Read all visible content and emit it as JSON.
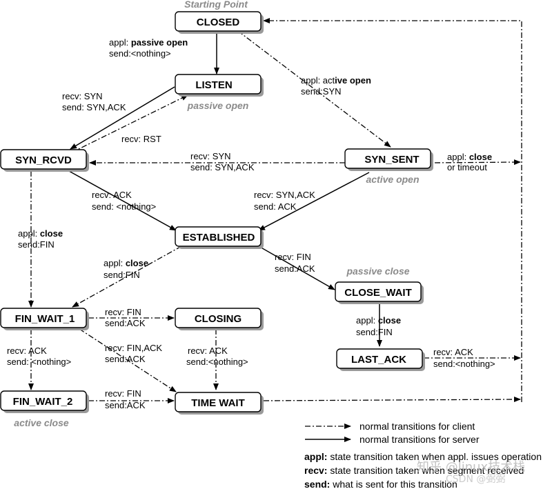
{
  "states": {
    "closed": "CLOSED",
    "listen": "LISTEN",
    "syn_rcvd": "SYN_RCVD",
    "syn_sent": "SYN_SENT",
    "established": "ESTABLISHED",
    "fin_wait_1": "FIN_WAIT_1",
    "closing": "CLOSING",
    "close_wait": "CLOSE_WAIT",
    "last_ack": "LAST_ACK",
    "fin_wait_2": "FIN_WAIT_2",
    "time_wait": "TIME WAIT"
  },
  "captions": {
    "starting_point": "Starting Point",
    "passive_open": "passive open",
    "active_open": "active open",
    "passive_close": "passive close",
    "active_close": "active close"
  },
  "labels": {
    "passive_open_appl_prefix": "appl: ",
    "passive_open_appl_bold": "passive open",
    "passive_open_send": "send:<nothing>",
    "active_open_appl_prefix": "appl: act",
    "active_open_appl_bold": "ive open",
    "active_open_send": "send:SYN",
    "listen_recv": "recv: SYN",
    "listen_send": "send: SYN,ACK",
    "rst": "recv: RST",
    "sim_recv": "recv: SYN",
    "sim_send": "send: SYN,ACK",
    "synsent_close_prefix": "appl: ",
    "synsent_close_bold": "close",
    "synsent_close_timeout": "or timeout",
    "rcvd_ack_recv": "recv: ACK",
    "rcvd_ack_send": "send: <nothing>",
    "sent_synack_recv": "recv: SYN,ACK",
    "sent_synack_send": "send: ACK",
    "rcvd_close_prefix": "appl: ",
    "rcvd_close_bold": "close",
    "rcvd_close_send": "send:FIN",
    "est_close_prefix": "appl: ",
    "est_close_bold": "close",
    "est_close_send": "send:FIN",
    "est_fin_recv": "recv: FIN",
    "est_fin_send": "send:ACK",
    "fw1_fin_recv": "recv: FIN",
    "fw1_fin_send": "send:ACK",
    "fw1_ack_recv": "recv: ACK",
    "fw1_ack_send": "send: <nothing>",
    "fw1_finack_recv": "recv: FIN,ACK",
    "fw1_finack_send": "send:ACK",
    "closing_ack_recv": "recv: ACK",
    "closing_ack_send": "send:<nothing>",
    "cw_close_prefix": "appl: ",
    "cw_close_bold": "close",
    "cw_close_send": "send:FIN",
    "la_ack_recv": "recv: ACK",
    "la_ack_send": "send:<nothing>",
    "fw2_fin_recv": "recv: FIN",
    "fw2_fin_send": "send:ACK"
  },
  "legend": {
    "client": "normal transitions for client",
    "server": "normal transitions for server",
    "appl_key": "appl:",
    "appl_text": " state transition taken when appl. issues operation",
    "recv_key": "recv:",
    "recv_text": " state transition taken when segment received",
    "send_key": "send:",
    "send_text": " what is sent for this transition"
  },
  "watermarks": {
    "zhihu": "知乎 @linux技术栈",
    "csdn": "CSDN @弼弼"
  }
}
